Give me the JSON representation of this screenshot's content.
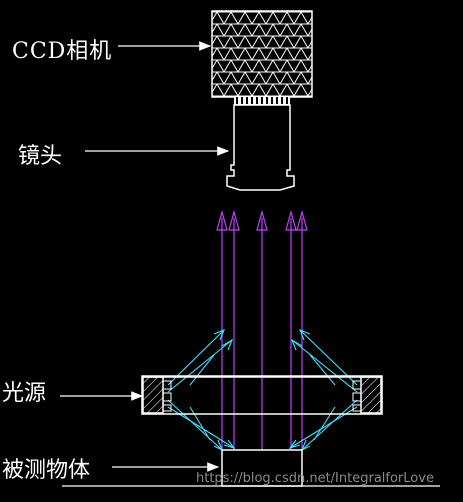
{
  "labels": {
    "ccd_camera": "CCD相机",
    "lens": "镜头",
    "light_source": "光源",
    "object": "被测物体"
  },
  "watermark": "https://blog.csdn.net/IntegralforLove",
  "colors": {
    "background": "#000000",
    "lines": "#ffffff",
    "rays_vertical": "#c040ff",
    "rays_light": "#40e0ff"
  }
}
